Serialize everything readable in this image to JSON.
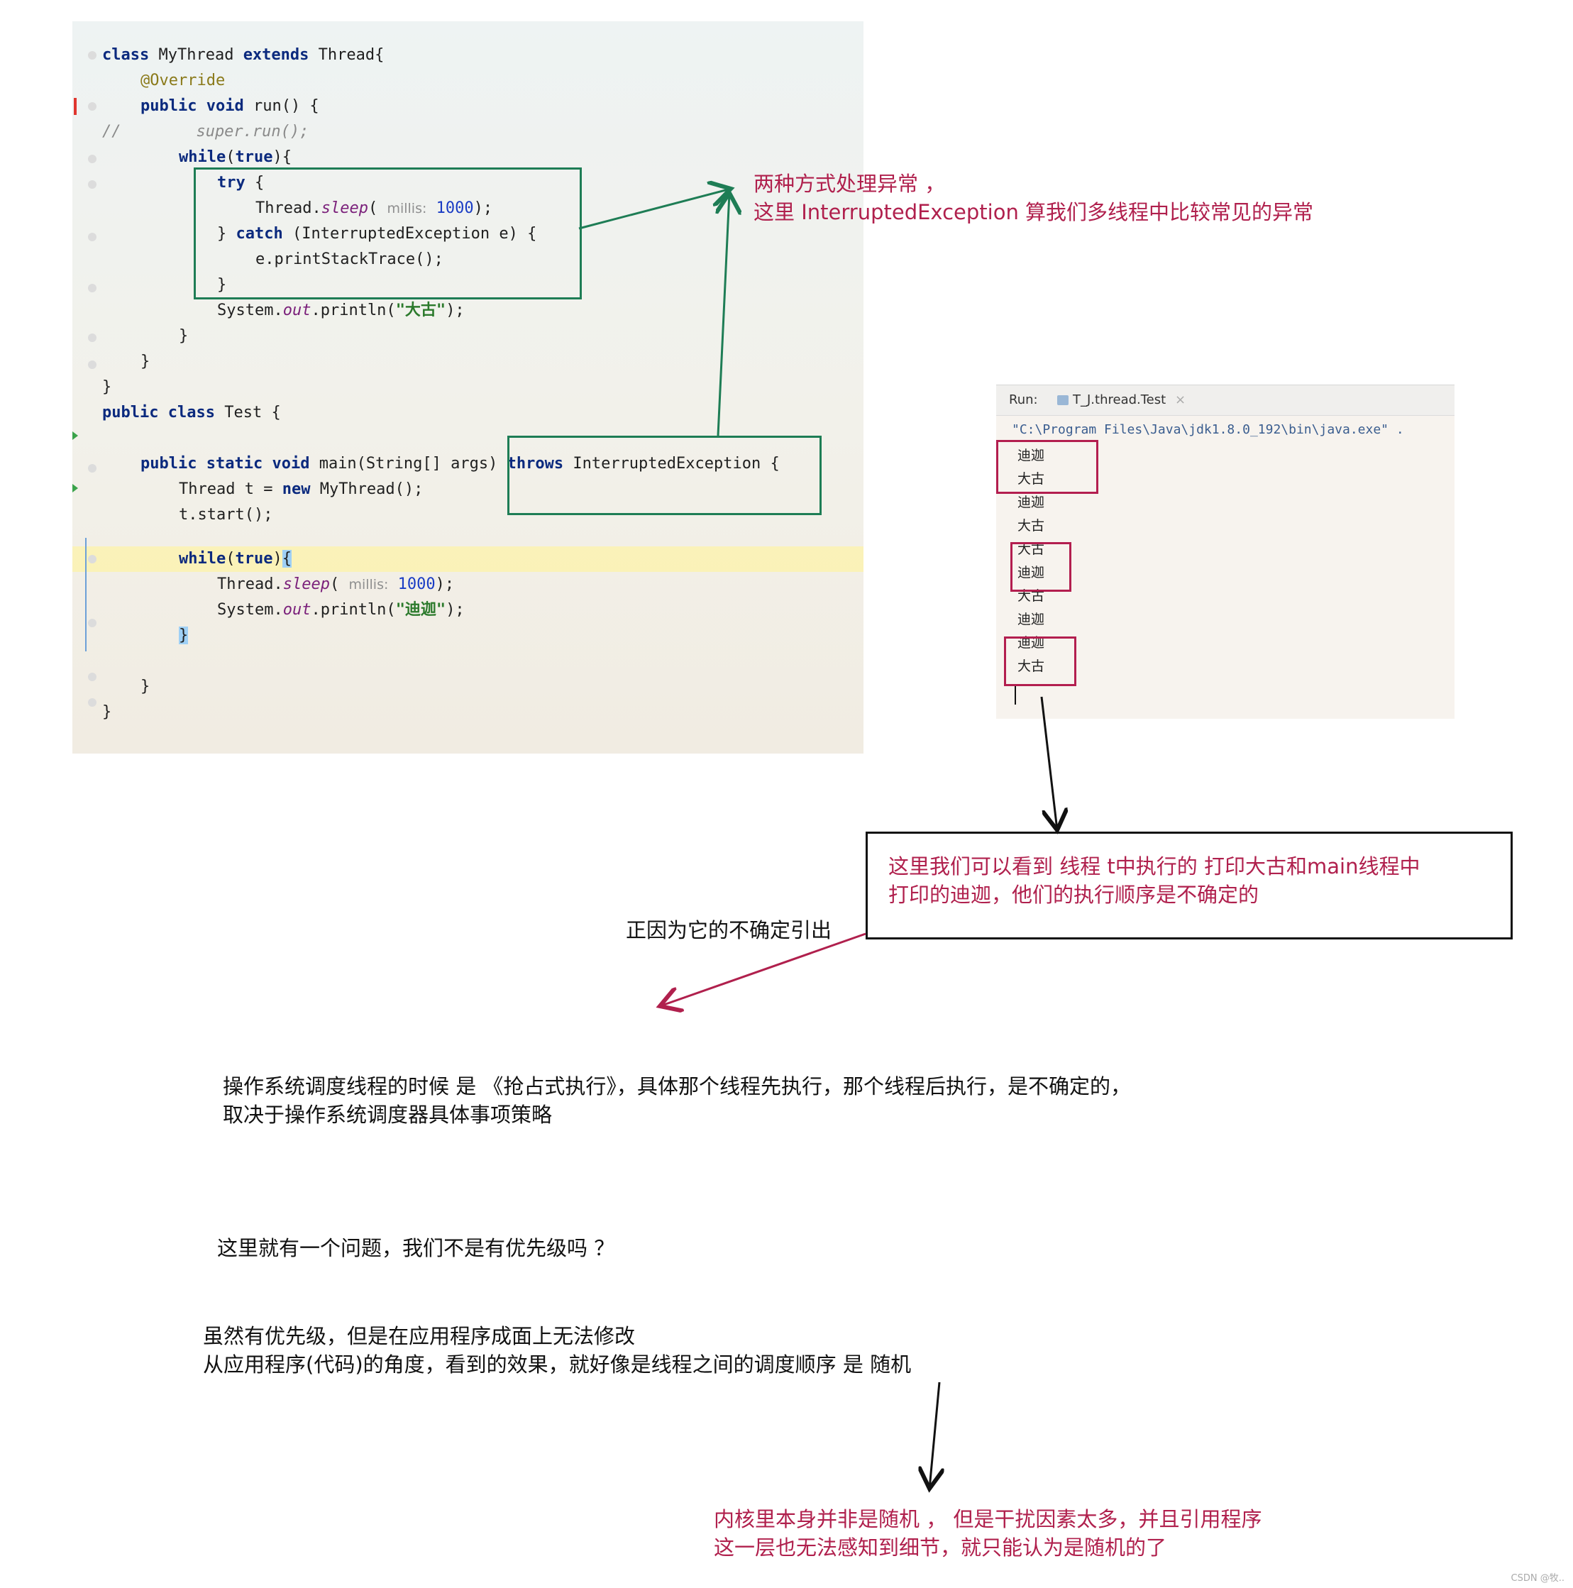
{
  "code": {
    "lines": [
      "class MyThread extends Thread{",
      "@Override",
      "public void run() {",
      "//        super.run();",
      "while(true){",
      "try {",
      "Thread.sleep( millis: 1000);",
      "} catch (InterruptedException e) {",
      "e.printStackTrace();",
      "}",
      "System.out.println(\"大古\");",
      "}",
      "}",
      "}",
      "public class Test {",
      "public static void main(String[] args) throws InterruptedException {",
      "Thread t = new MyThread();",
      "t.start();",
      "while(true){",
      "Thread.sleep( millis: 1000);",
      "System.out.println(\"迪迦\");",
      "}",
      "}",
      "}"
    ]
  },
  "run_panel": {
    "label": "Run:",
    "tab": "T_J.thread.Test",
    "tab_close": "×",
    "command": "\"C:\\Program Files\\Java\\jdk1.8.0_192\\bin\\java.exe\" .",
    "output": [
      "迪迦",
      "大古",
      "迪迦",
      "大古",
      "大古",
      "迪迦",
      "大古",
      "迪迦",
      "迪迦",
      "大古"
    ]
  },
  "notes": {
    "exception_line1": "两种方式处理异常 ，",
    "exception_line2": "这里 InterruptedException 算我们多线程中比较常见的异常",
    "order_line1": "这里我们可以看到 线程 t中执行的 打印大古和main线程中",
    "order_line2": "打印的迪迦，他们的执行顺序是不确定的",
    "uncertain": "正因为它的不确定引出",
    "preempt_line1": "操作系统调度线程的时候 是 《抢占式执行》，具体那个线程先执行，那个线程后执行，是不确定的，",
    "preempt_line2": "取决于操作系统调度器具体事项策略",
    "question": "这里就有一个问题，我们不是有优先级吗 ？",
    "priority_line1": "虽然有优先级，但是在应用程序成面上无法修改",
    "priority_line2": "从应用程序(代码)的角度，看到的效果，就好像是线程之间的调度顺序 是 随机",
    "kernel_line1": "内核里本身并非是随机 ， 但是干扰因素太多，并且引用程序",
    "kernel_line2": "这一层也无法感知到细节，就只能认为是随机的了",
    "watermark": "CSDN @牧.."
  },
  "colors": {
    "note_red": "#b0204d",
    "green_box": "#1e7d55",
    "red_box": "#b31e4f"
  }
}
